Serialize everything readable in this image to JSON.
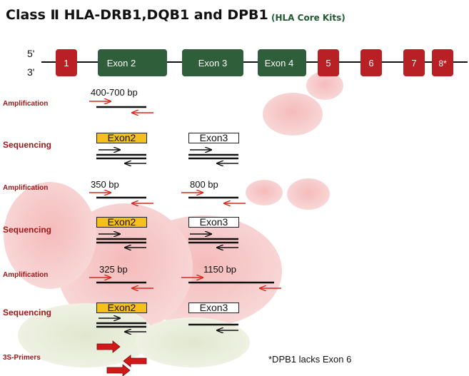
{
  "header": {
    "title": "Class Ⅱ HLA-DRB1,DQB1 and DPB1",
    "subtitle": "(HLA Core Kits)"
  },
  "gene_map": {
    "strand_top": "5'",
    "strand_bottom": "3'",
    "exons": [
      {
        "label": "1",
        "color": "#b82025"
      },
      {
        "label": "Exon 2",
        "color": "#2f5e3a"
      },
      {
        "label": "Exon 3",
        "color": "#2f5e3a"
      },
      {
        "label": "Exon 4",
        "color": "#2f5e3a"
      },
      {
        "label": "5",
        "color": "#b82025"
      },
      {
        "label": "6",
        "color": "#b82025"
      },
      {
        "label": "7",
        "color": "#b82025"
      },
      {
        "label": "8*",
        "color": "#b82025"
      }
    ]
  },
  "rows": {
    "amp1": {
      "label": "Amplification",
      "size": "400-700 bp"
    },
    "seq1": {
      "label": "Sequencing",
      "box_a": "Exon2",
      "box_b": "Exon3"
    },
    "amp2": {
      "label": "Amplification",
      "size_a": "350 bp",
      "size_b": "800 bp"
    },
    "seq2": {
      "label": "Sequencing",
      "box_a": "Exon2",
      "box_b": "Exon3"
    },
    "amp3": {
      "label": "Amplification",
      "size_a": "325 bp",
      "size_b": "1150 bp"
    },
    "seq3": {
      "label": "Sequencing",
      "box_a": "Exon2",
      "box_b": "Exon3"
    },
    "primers": {
      "label": "3S-Primers"
    }
  },
  "footnote": "*DPB1 lacks Exon 6",
  "colors": {
    "red_arrow": "#d42a1e",
    "primer_fill": "#d01818",
    "exon_green": "#2f5e3a",
    "exon_red": "#b82025",
    "exon_yellow": "#f4c020",
    "label_red": "#a01818"
  }
}
